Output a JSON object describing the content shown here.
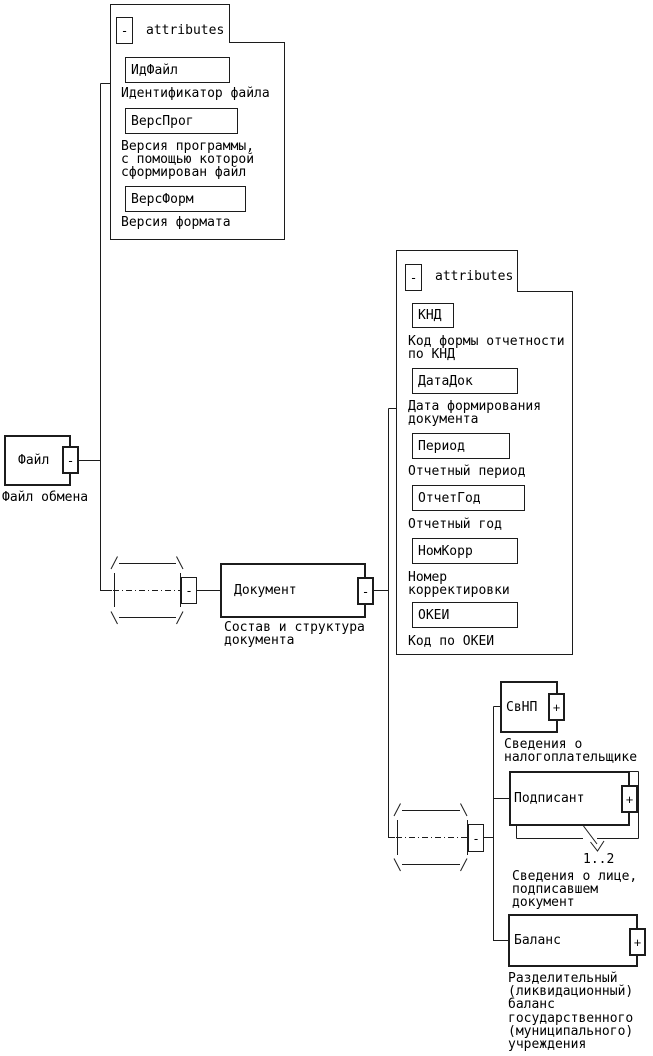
{
  "diagram": {
    "root": {
      "name": "Файл",
      "toggle": "-",
      "caption": "Файл обмена"
    },
    "root_attributes": {
      "title": "attributes",
      "toggle": "-",
      "fields": [
        {
          "name": "ИдФайл",
          "caption": "Идентификатор файла"
        },
        {
          "name": "ВерсПрог",
          "caption": "Версия программы,\nс помощью которой\nсформирован файл"
        },
        {
          "name": "ВерсФорм",
          "caption": "Версия формата"
        }
      ]
    },
    "root_sequence_toggle": "-",
    "document": {
      "name": "Документ",
      "toggle": "-",
      "caption": "Состав и структура\nдокумента"
    },
    "document_attributes": {
      "title": "attributes",
      "toggle": "-",
      "fields": [
        {
          "name": "КНД",
          "caption": "Код формы отчетности\nпо КНД"
        },
        {
          "name": "ДатаДок",
          "caption": "Дата формирования\nдокумента"
        },
        {
          "name": "Период",
          "caption": "Отчетный период"
        },
        {
          "name": "ОтчетГод",
          "caption": "Отчетный год"
        },
        {
          "name": "НомКорр",
          "caption": "Номер\nкорректировки"
        },
        {
          "name": "ОКЕИ",
          "caption": "Код по ОКЕИ"
        }
      ]
    },
    "document_sequence_toggle": "-",
    "children": [
      {
        "name": "СвНП",
        "toggle": "+",
        "caption": "Сведения о\nналогоплательщике"
      },
      {
        "name": "Подписант",
        "toggle": "+",
        "occurrence": "1..2",
        "caption": "Сведения о лице,\nподписавшем\nдокумент"
      },
      {
        "name": "Баланс",
        "toggle": "+",
        "caption": "Разделительный\n(ликвидационный)\nбаланс\nгосударственного\n(муниципального)\nучреждения"
      }
    ],
    "colors": {
      "line": "#1c1c1c",
      "background": "#ffffff",
      "text": "#000000"
    }
  }
}
